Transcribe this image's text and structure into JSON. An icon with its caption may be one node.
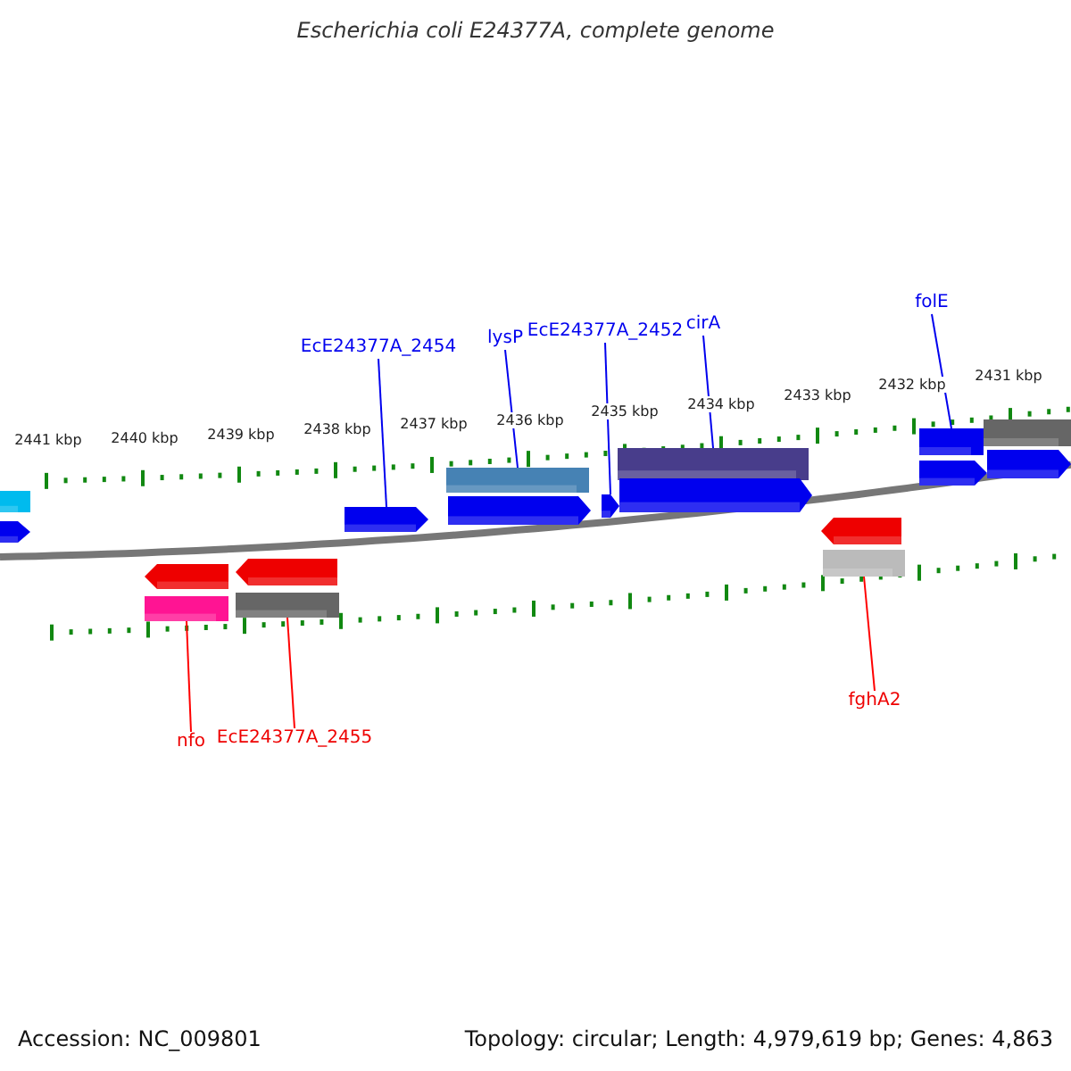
{
  "diagram": {
    "title": "Escherichia coli E24377A, complete genome",
    "nodes": [
      {
        "text": [
          "EcE24377A_2454"
        ]
      },
      {
        "text": [
          "lysP"
        ]
      },
      {
        "text": [
          "EcE24377A_2452"
        ]
      },
      {
        "text": [
          "cirA"
        ]
      },
      {
        "text": [
          "folE"
        ]
      },
      {
        "text": [
          "nfo"
        ]
      },
      {
        "text": [
          "EcE24377A_2455"
        ]
      },
      {
        "text": [
          "fghA2"
        ]
      },
      {
        "text": [],
        "shape": "box"
      },
      {
        "text": [],
        "shape": "pentagon"
      },
      {
        "text": [],
        "shape": "pentagon"
      },
      {
        "text": [],
        "shape": "box"
      },
      {
        "text": [],
        "shape": "pentagon"
      },
      {
        "text": [],
        "shape": "pentagon"
      },
      {
        "text": [],
        "shape": "box"
      },
      {
        "text": [],
        "shape": "pentagon"
      },
      {
        "text": [],
        "shape": "box"
      },
      {
        "text": [],
        "shape": "pentagon"
      },
      {
        "text": [],
        "shape": "box"
      },
      {
        "text": [],
        "shape": "pentagon"
      },
      {
        "text": [],
        "shape": "pentagon"
      },
      {
        "text": [],
        "shape": "pentagon"
      },
      {
        "text": [],
        "shape": "box"
      },
      {
        "text": [],
        "shape": "box"
      },
      {
        "text": [],
        "shape": "pentagon"
      },
      {
        "text": [],
        "shape": "box"
      }
    ],
    "edges": [
      {
        "from": 0,
        "to": 10,
        "arrow": "none"
      },
      {
        "from": 1,
        "to": 11,
        "arrow": "none"
      },
      {
        "from": 2,
        "to": 13,
        "arrow": "none"
      },
      {
        "from": 3,
        "to": 14,
        "arrow": "none"
      },
      {
        "from": 4,
        "to": 16,
        "arrow": "none"
      },
      {
        "from": 5,
        "to": 22,
        "arrow": "none",
        "color": "#ff0000"
      },
      {
        "from": 6,
        "to": 23,
        "arrow": "none",
        "color": "#ff0000"
      },
      {
        "from": 7,
        "to": 25,
        "arrow": "none",
        "color": "#ff0000"
      }
    ],
    "labels": [
      "2441 kbp",
      "2440 kbp",
      "2439 kbp",
      "2438 kbp",
      "2437 kbp",
      "2436 kbp",
      "2435 kbp",
      "2434 kbp",
      "2433 kbp",
      "2432 kbp",
      "2431 kbp",
      "Accession: NC_009801",
      "Topology: circular; Length: 4,979,619 bp; Genes: 4,863"
    ]
  }
}
